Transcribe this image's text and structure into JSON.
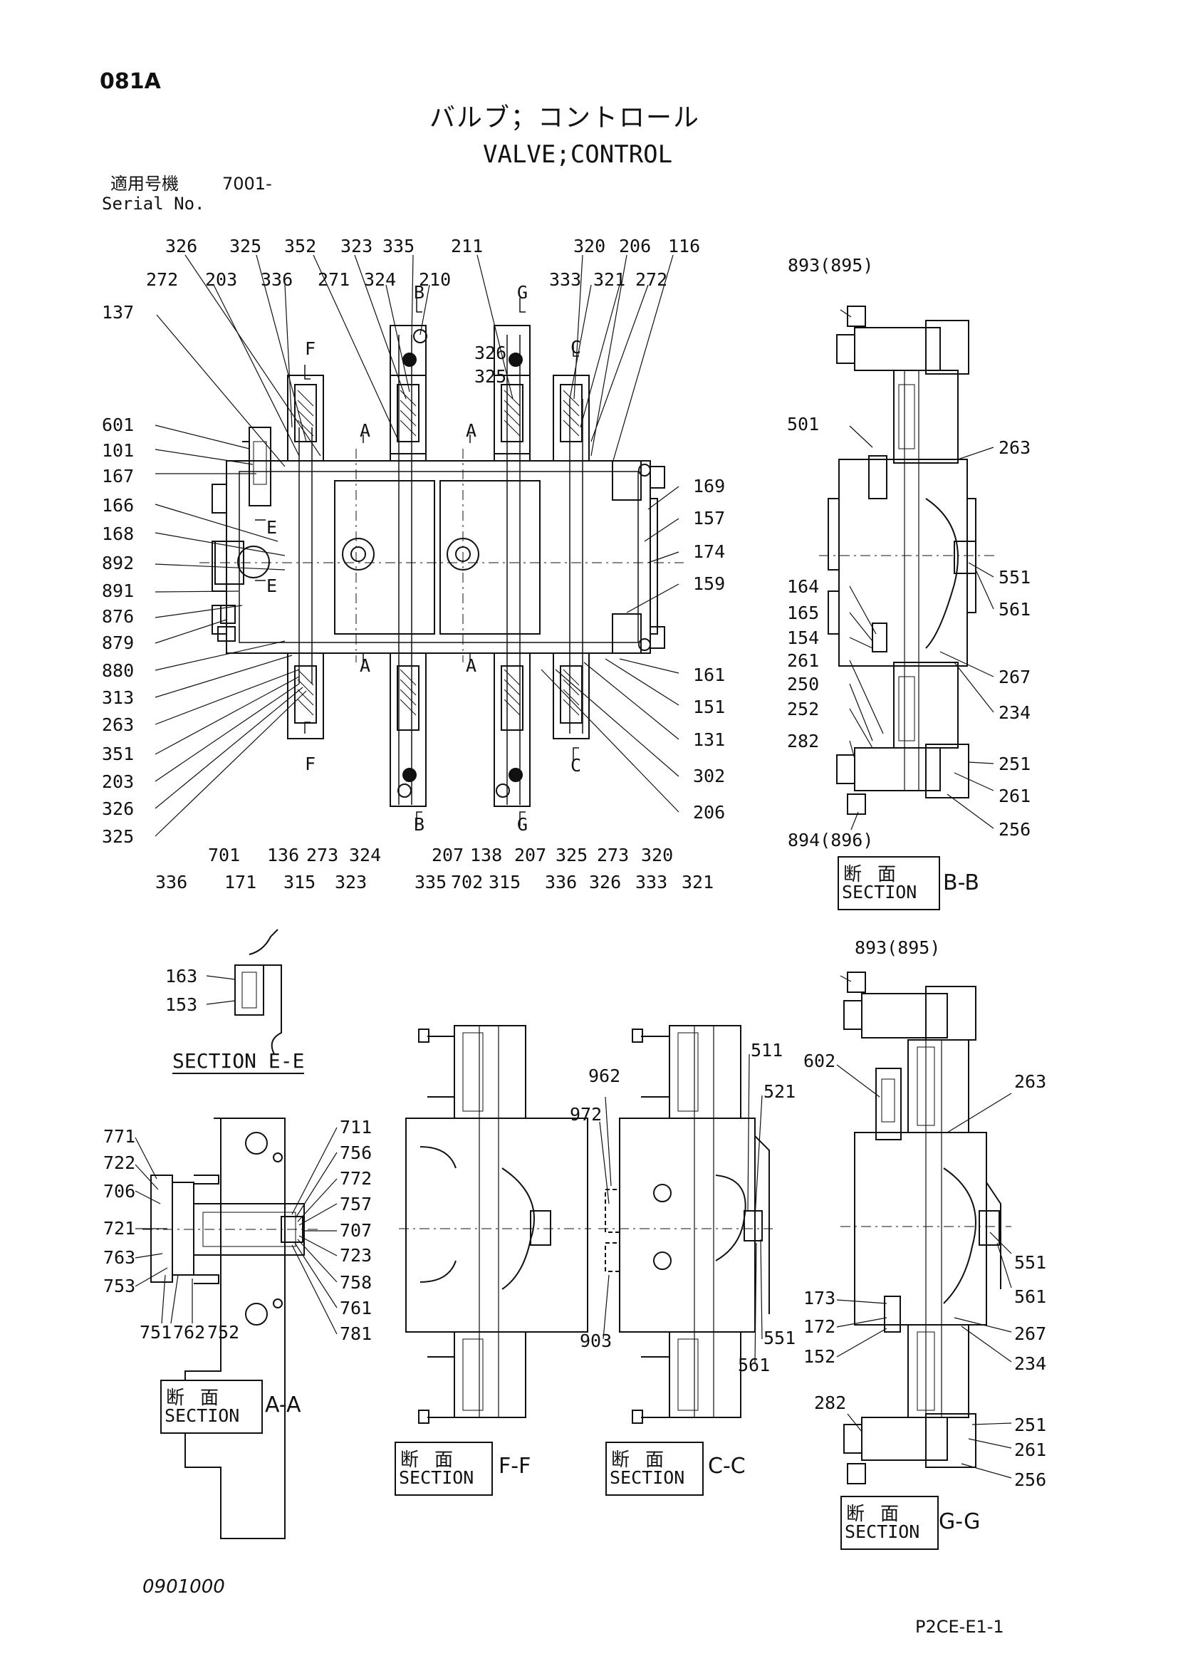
{
  "header": {
    "page_code": "081A",
    "title_jp": "バルブ；コントロール",
    "title_en": "VALVE;CONTROL",
    "serial_label_jp": "適用号機",
    "serial_label_en": "Serial No.",
    "serial_value": "7001-"
  },
  "footer": {
    "drawing_number": "0901000",
    "sheet_code": "P2CE-E1-1"
  },
  "section_labels": {
    "jp": "断面",
    "en": "SECTION",
    "ee": "SECTION E-E",
    "bb": "B-B",
    "aa": "A-A",
    "ff": "F-F",
    "cc": "C-C",
    "gg": "G-G"
  },
  "view_marks": [
    "A",
    "A",
    "A",
    "A",
    "B",
    "B",
    "G",
    "G",
    "C",
    "C",
    "F",
    "F",
    "E",
    "E"
  ],
  "main_view": {
    "top_row1": [
      "326",
      "325",
      "352",
      "323",
      "335",
      "211",
      "320",
      "206",
      "116"
    ],
    "top_row2": [
      "272",
      "203",
      "336",
      "271",
      "324",
      "210",
      "333",
      "321",
      "272"
    ],
    "inner_labels": [
      "326",
      "325"
    ],
    "left_column": [
      "137",
      "601",
      "101",
      "167",
      "166",
      "168",
      "892",
      "891",
      "876",
      "879",
      "880",
      "313",
      "263",
      "351",
      "203",
      "326",
      "325"
    ],
    "right_column": [
      "169",
      "157",
      "174",
      "159",
      "161",
      "151",
      "131",
      "302",
      "206"
    ],
    "bottom_row": [
      "336",
      "701",
      "171",
      "136",
      "315",
      "273",
      "323",
      "324",
      "335",
      "207",
      "702",
      "138",
      "315",
      "207",
      "336",
      "325",
      "326",
      "273",
      "333",
      "320",
      "321"
    ]
  },
  "section_bb": {
    "top_label": "893(895)",
    "left_labels": [
      "501",
      "164",
      "165",
      "154",
      "261",
      "250",
      "252",
      "282"
    ],
    "right_labels": [
      "263",
      "551",
      "561",
      "267",
      "234",
      "251",
      "261",
      "256"
    ],
    "bottom_label": "894(896)"
  },
  "section_ee": {
    "labels": [
      "163",
      "153"
    ]
  },
  "section_aa": {
    "left_labels": [
      "771",
      "722",
      "706",
      "721",
      "763",
      "753"
    ],
    "right_labels": [
      "711",
      "756",
      "772",
      "757",
      "707",
      "723",
      "758",
      "761",
      "781"
    ],
    "bottom_labels": [
      "751",
      "762",
      "752"
    ]
  },
  "section_cc": {
    "labels": [
      "962",
      "972",
      "903",
      "511",
      "521",
      "551",
      "561"
    ]
  },
  "section_gg": {
    "top_label": "893(895)",
    "left_labels": [
      "602",
      "173",
      "172",
      "152",
      "282"
    ],
    "right_labels": [
      "263",
      "551",
      "561",
      "267",
      "234",
      "251",
      "261",
      "256"
    ]
  }
}
